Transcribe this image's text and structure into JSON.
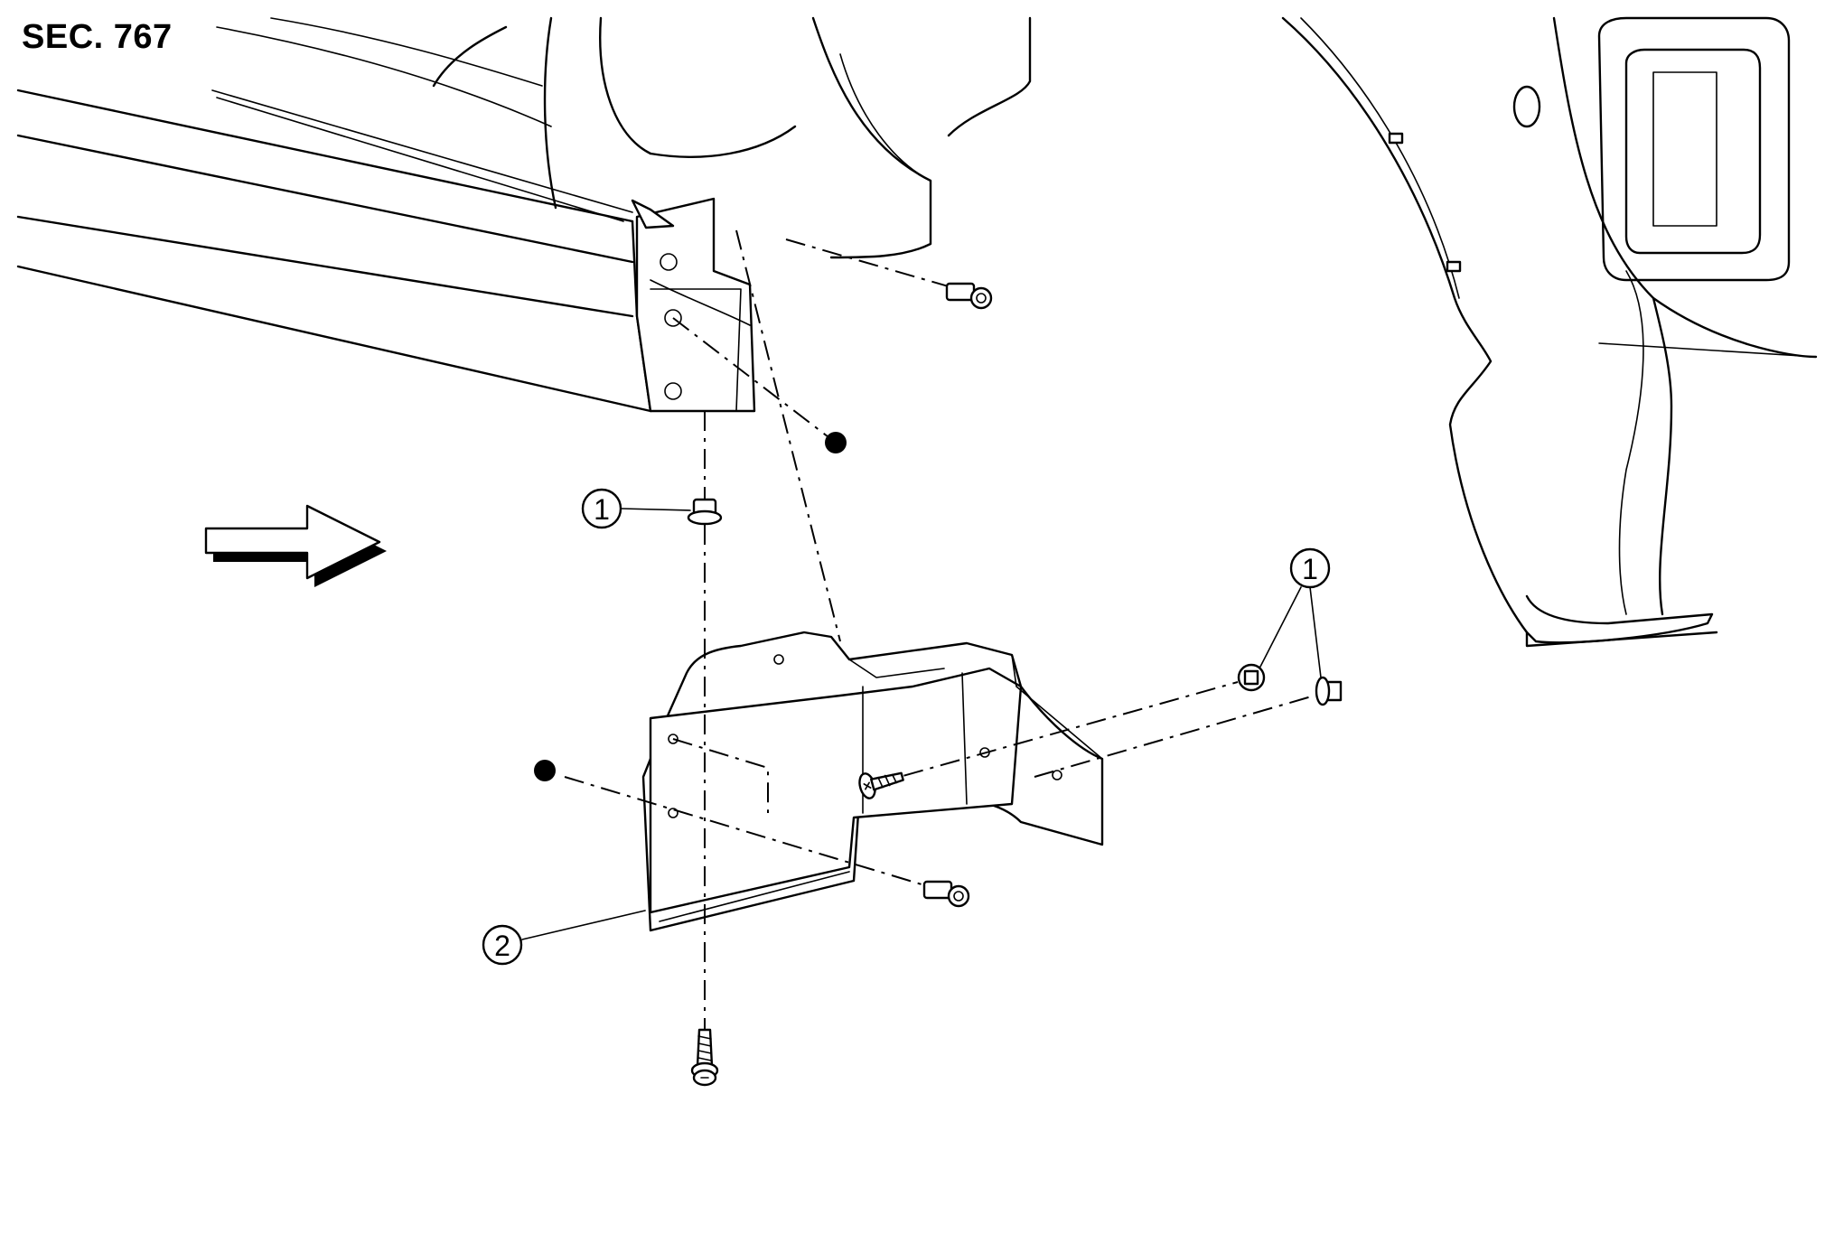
{
  "diagram": {
    "section_label": "SEC. 767",
    "callouts": [
      {
        "id": "1",
        "label": "1"
      },
      {
        "id": "1b",
        "label": "1"
      },
      {
        "id": "2",
        "label": "2"
      }
    ],
    "icons": [
      "front-arrow-icon",
      "bolt-icon",
      "clip-icon",
      "screw-icon",
      "grommet-icon",
      "reference-dot-icon"
    ]
  }
}
